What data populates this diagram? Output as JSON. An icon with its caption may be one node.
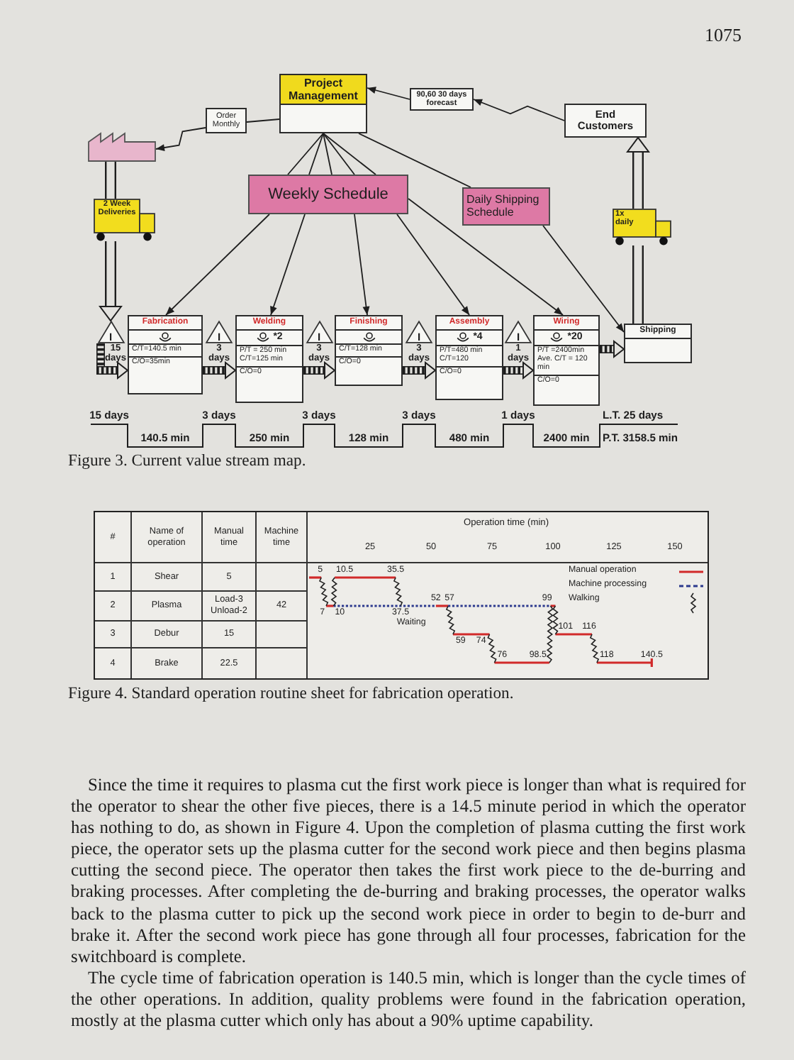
{
  "diagram": {
    "caption": "Figure 3. Current value stream map.",
    "nodes": [
      {
        "text": [
          "Project Management"
        ]
      },
      {
        "text": [
          "Order Monthly"
        ]
      },
      {
        "text": [
          "90,60 30 days forecast"
        ]
      },
      {
        "text": [
          "End Customers"
        ]
      },
      {
        "text": [],
        "shape": "factory"
      },
      {
        "text": [
          "2 Week Deliveries"
        ]
      },
      {
        "text": [
          "Weekly Schedule"
        ]
      },
      {
        "text": [
          "Daily Shipping Schedule"
        ]
      },
      {
        "text": [
          "1x daily"
        ]
      },
      {
        "text": [
          "I"
        ],
        "beside": [
          "15 days"
        ]
      },
      {
        "text": [
          "Fabrication",
          "C/T=140.5 min",
          "C/O=35min"
        ]
      },
      {
        "text": [
          "I"
        ],
        "beside": [
          "3 days"
        ]
      },
      {
        "text": [
          "Welding",
          "*2",
          "P/T = 250 min",
          "C/T=125 min",
          "C/O=0"
        ]
      },
      {
        "text": [
          "I"
        ],
        "beside": [
          "3 days"
        ]
      },
      {
        "text": [
          "Finishing",
          "C/T=128 min",
          "C/O=0"
        ]
      },
      {
        "text": [
          "I"
        ],
        "beside": [
          "3 days"
        ]
      },
      {
        "text": [
          "Assembly",
          "*4",
          "P/T=480 min",
          "C/T=120",
          "C/O=0"
        ]
      },
      {
        "text": [
          "I"
        ],
        "beside": [
          "1 days"
        ]
      },
      {
        "text": [
          "Wiring",
          "*20",
          "P/T =2400min",
          "Ave. C/T = 120 min",
          "C/O=0"
        ]
      },
      {
        "text": [
          "Shipping"
        ]
      }
    ],
    "edges": [
      {
        "from": 0,
        "to": 1,
        "arrow": "none"
      },
      {
        "from": 1,
        "to": 4,
        "arrow": "to"
      },
      {
        "from": 3,
        "to": 2,
        "arrow": "to"
      },
      {
        "from": 2,
        "to": 0,
        "arrow": "to"
      },
      {
        "from": 4,
        "to": 5,
        "arrow": "none",
        "style": "thick"
      },
      {
        "from": 5,
        "to": 9,
        "arrow": "to",
        "style": "thick"
      },
      {
        "from": 0,
        "to": 6,
        "arrow": "none"
      },
      {
        "from": 0,
        "to": 6,
        "arrow": "none"
      },
      {
        "from": 0,
        "to": 6,
        "arrow": "none"
      },
      {
        "from": 0,
        "to": 6,
        "arrow": "none"
      },
      {
        "from": 0,
        "to": 6,
        "arrow": "none"
      },
      {
        "from": 0,
        "to": 7,
        "arrow": "none"
      },
      {
        "from": 6,
        "to": 10,
        "arrow": "to"
      },
      {
        "from": 6,
        "to": 12,
        "arrow": "to"
      },
      {
        "from": 6,
        "to": 14,
        "arrow": "to"
      },
      {
        "from": 6,
        "to": 16,
        "arrow": "to"
      },
      {
        "from": 6,
        "to": 18,
        "arrow": "to"
      },
      {
        "from": 7,
        "to": 19,
        "arrow": "to"
      },
      {
        "from": 19,
        "to": 8,
        "arrow": "none",
        "style": "thick"
      },
      {
        "from": 8,
        "to": 3,
        "arrow": "to",
        "style": "thick"
      },
      {
        "from": 9,
        "to": 10,
        "arrow": "to",
        "style": "thick"
      },
      {
        "from": 10,
        "to": 12,
        "arrow": "to",
        "style": "thick"
      },
      {
        "from": 12,
        "to": 14,
        "arrow": "to",
        "style": "thick"
      },
      {
        "from": 14,
        "to": 16,
        "arrow": "to",
        "style": "thick"
      },
      {
        "from": 16,
        "to": 18,
        "arrow": "to",
        "style": "thick"
      },
      {
        "from": 18,
        "to": 19,
        "arrow": "to",
        "style": "thick"
      }
    ],
    "labels": [
      "1075",
      "15 days",
      "3 days",
      "3 days",
      "3 days",
      "1 days",
      "L.T. 25 days",
      "140.5 min",
      "250 min",
      "128 min",
      "480 min",
      "2400 min",
      "P.T. 3158.5 min",
      "#",
      "Name of operation",
      "Manual time",
      "Machine time",
      "Operation time (min)",
      "25",
      "50",
      "75",
      "100",
      "125",
      "150",
      "1",
      "Shear",
      "5",
      "5",
      "10.5",
      "35.5",
      "2",
      "Plasma",
      "Load-3 Unload-2",
      "42",
      "52",
      "57",
      "99",
      "7",
      "10",
      "37.5",
      "Waiting",
      "3",
      "Debur",
      "15",
      "59",
      "74",
      "101",
      "116",
      "4",
      "Brake",
      "22.5",
      "76",
      "98.5",
      "118",
      "140.5",
      "Figure 4. Standard operation routine sheet for fabrication operation.",
      "Since the time it requires to plasma cut the first work piece is longer than what is required for the operator to shear the other five pieces, there is a 14.5 minute period in which the operator has nothing to do, as shown in Figure 4. Upon the completion of plasma cutting the first work piece, the operator sets up the plasma cutter for the second work piece and then begins plasma cutting the second piece. The operator then takes the first work piece to the de-burring and braking processes. After completing the de-burring and braking processes, the operator walks back to the plasma cutter to pick up the second work piece in order to begin to de-burr and brake it. After the second work piece has gone through all four processes, fabrication for the switchboard is complete.",
      "The cycle time of fabrication operation is 140.5 min, which is longer than the cycle times of the other operations. In addition, quality problems were found in the fabrication operation, mostly at the plasma cutter which only has about a 90% uptime capability."
    ],
    "legend": [
      {
        "text": "Manual operation"
      },
      {
        "text": "Machine processing"
      },
      {
        "text": "Walking"
      }
    ]
  }
}
